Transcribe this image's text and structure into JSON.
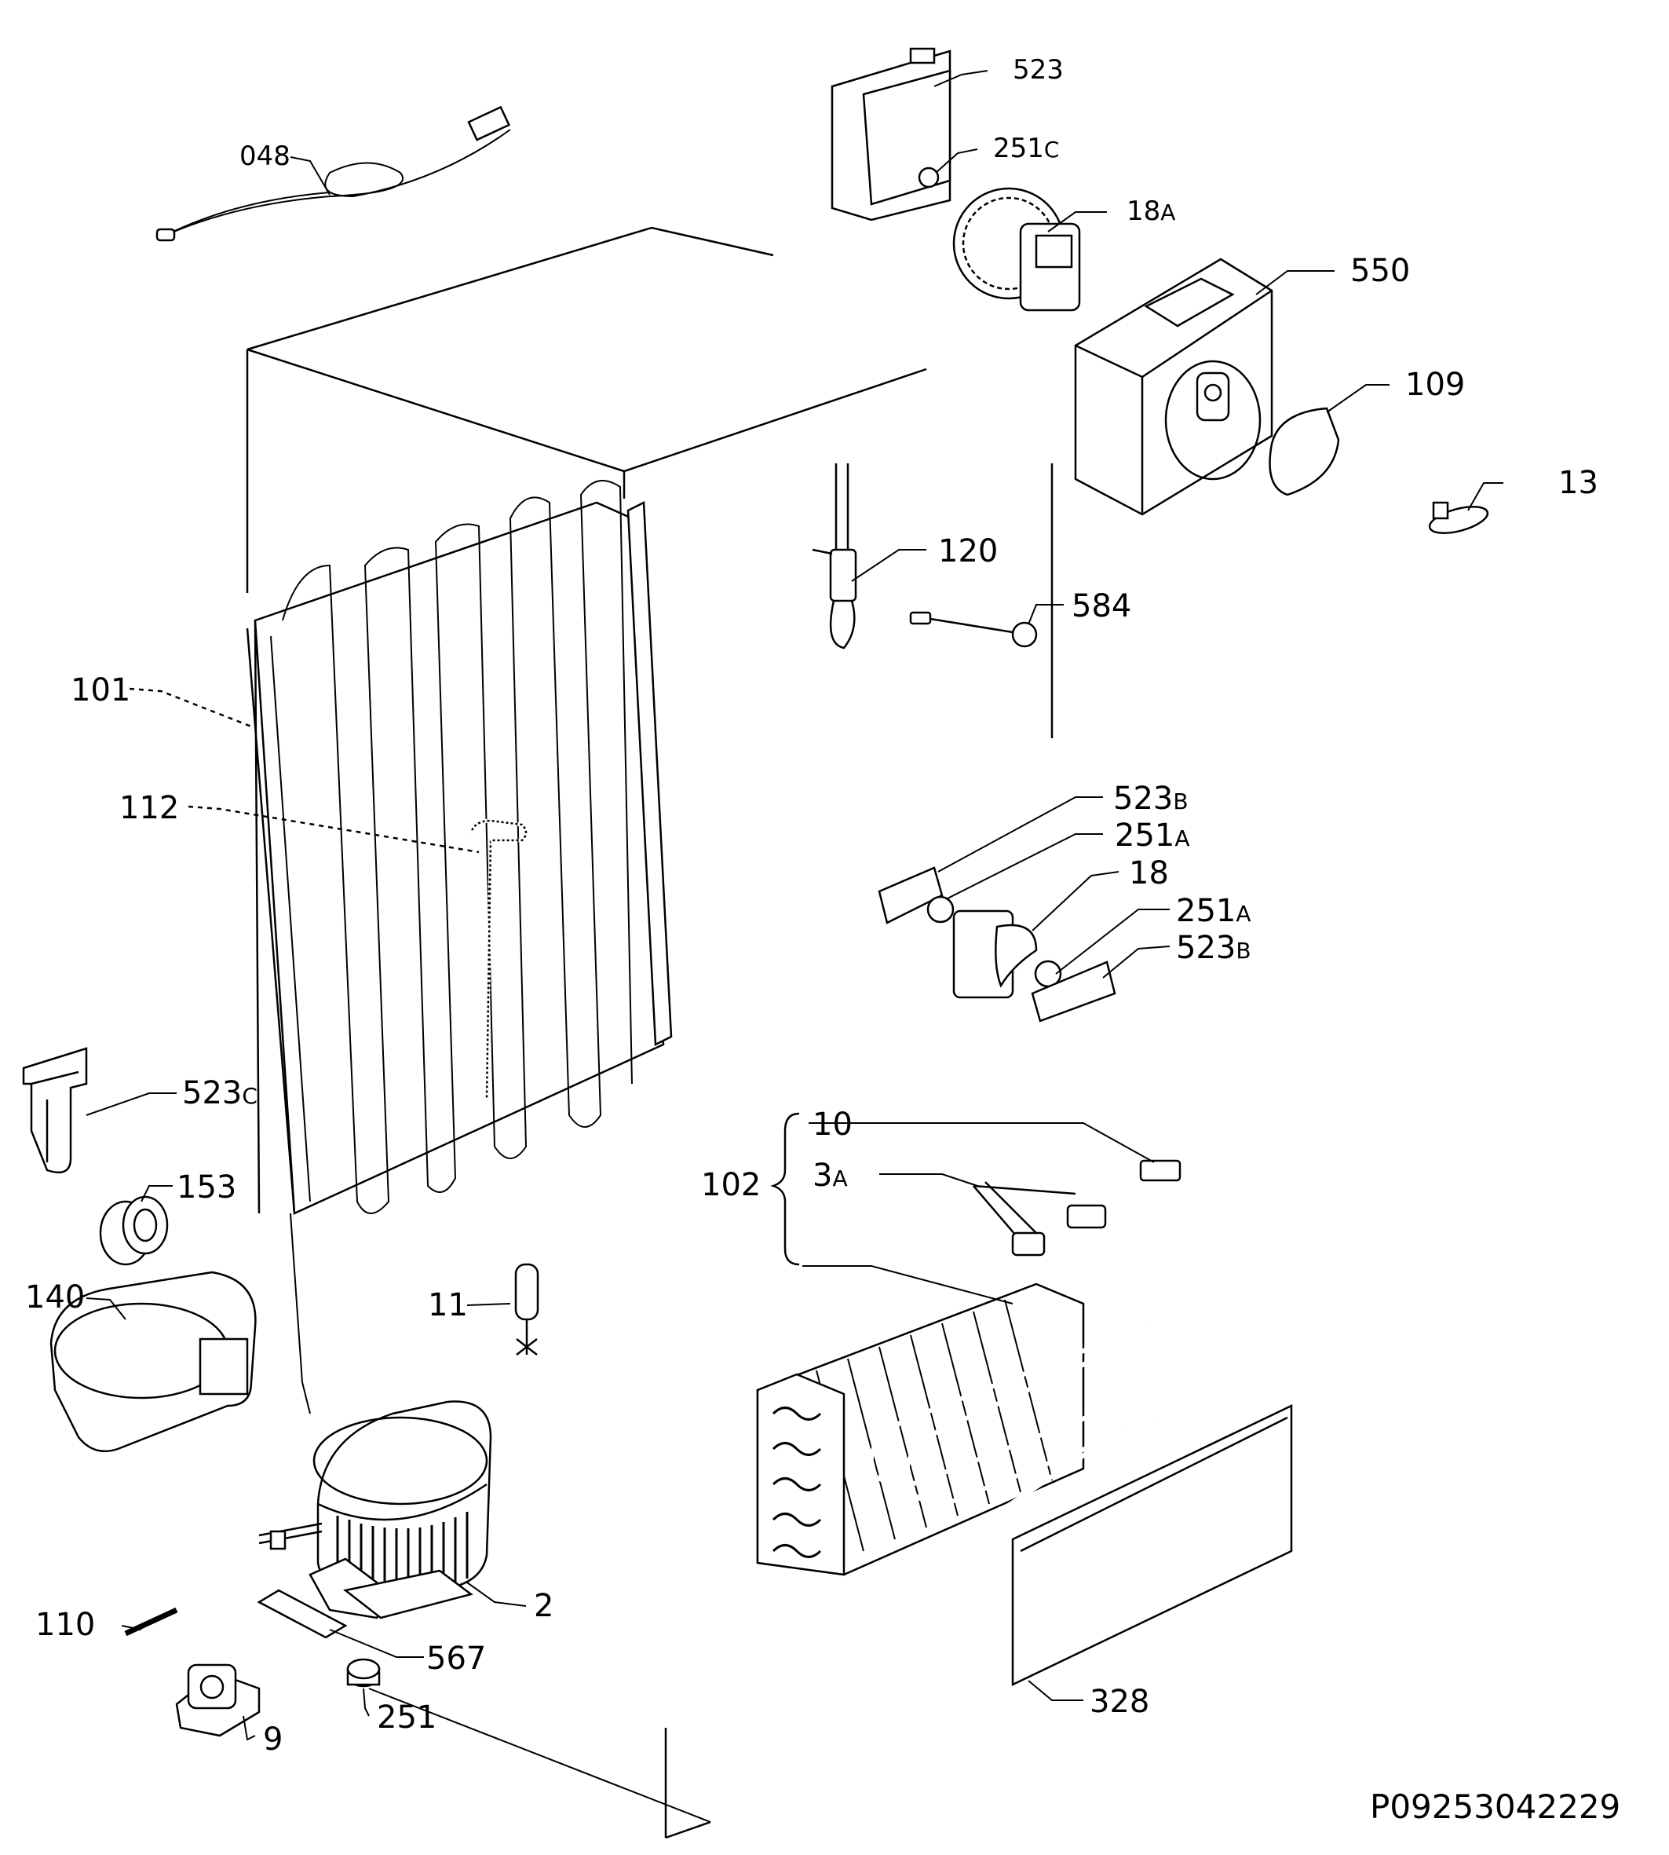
{
  "diagram": {
    "labels": {
      "l048": "048",
      "l523": "523",
      "l251c_main": "251",
      "l251c_sub": "C",
      "l18a_main": "18",
      "l18a_sub": "A",
      "l550": "550",
      "l109": "109",
      "l13": "13",
      "l120": "120",
      "l584": "584",
      "l101": "101",
      "l112": "112",
      "l523b1_main": "523",
      "l523b1_sub": "B",
      "l251a1_main": "251",
      "l251a1_sub": "A",
      "l18": "18",
      "l251a2_main": "251",
      "l251a2_sub": "A",
      "l523b2_main": "523",
      "l523b2_sub": "B",
      "l523c_main": "523",
      "l523c_sub": "C",
      "l153": "153",
      "l10": "10",
      "l102": "102",
      "l3a_main": "3",
      "l3a_sub": "A",
      "l140": "140",
      "l11": "11",
      "l2": "2",
      "l110": "110",
      "l567": "567",
      "l251": "251",
      "l9": "9",
      "l328": "328"
    },
    "document_code": "P09253042229"
  }
}
